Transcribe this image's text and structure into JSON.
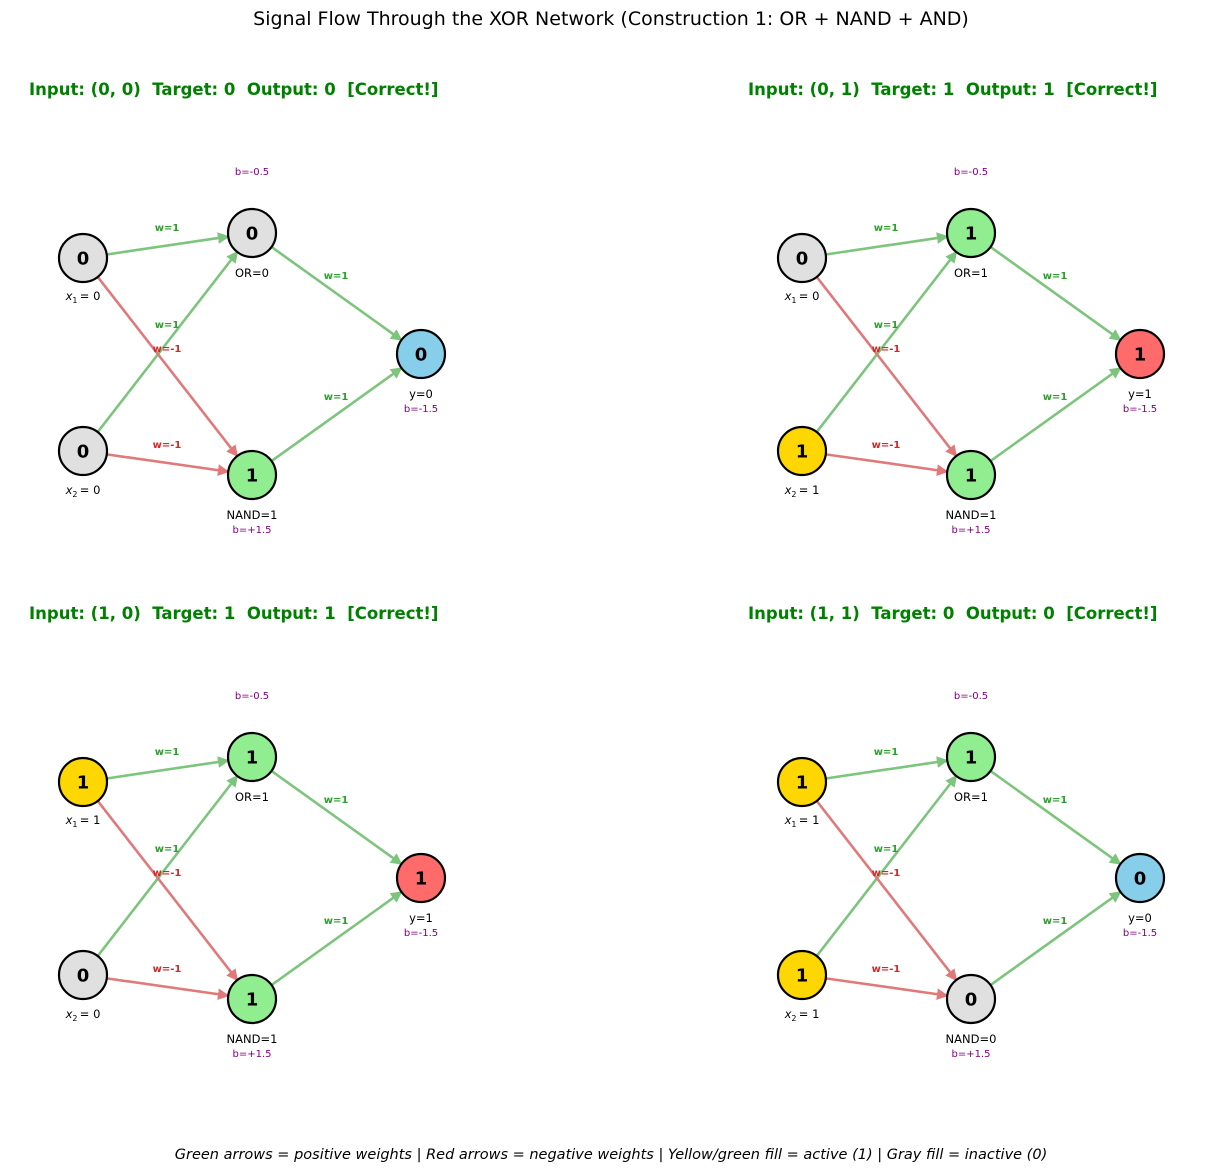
{
  "title": "Signal Flow Through the XOR Network (Construction 1: OR + NAND + AND)",
  "footer": "Green arrows = positive weights | Red arrows = negative weights | Yellow/green fill = active (1) | Gray fill = inactive (0)",
  "colors": {
    "input_inactive": "#e0e0e0",
    "input_active": "#ffd700",
    "hidden_active": "#90ee90",
    "hidden_inactive": "#e0e0e0",
    "output_zero": "#87ceeb",
    "output_one": "#ff6b6b",
    "positive_weight": "#7dc47d",
    "negative_weight": "#e07a7a",
    "title_correct": "#008000",
    "bias": "#800080"
  },
  "weights": {
    "x1_or": "w=1",
    "x2_or": "w=1",
    "x1_nand": "w=-1",
    "x2_nand": "w=-1",
    "or_y": "w=1",
    "nand_y": "w=1"
  },
  "biases": {
    "or": "b=-0.5",
    "nand": "b=+1.5",
    "y": "b=-1.5"
  },
  "panels": [
    {
      "title": "Input: (0, 0)  Target: 0  Output: 0  [Correct!]",
      "x1": "0",
      "x2": "0",
      "or": "0",
      "nand": "1",
      "y": "0",
      "x1_label": "x1 = 0",
      "x2_label": "x2 = 0",
      "or_label": "OR=0",
      "nand_label": "NAND=1",
      "y_label": "y=0"
    },
    {
      "title": "Input: (0, 1)  Target: 1  Output: 1  [Correct!]",
      "x1": "0",
      "x2": "1",
      "or": "1",
      "nand": "1",
      "y": "1",
      "x1_label": "x1 = 0",
      "x2_label": "x2 = 1",
      "or_label": "OR=1",
      "nand_label": "NAND=1",
      "y_label": "y=1"
    },
    {
      "title": "Input: (1, 0)  Target: 1  Output: 1  [Correct!]",
      "x1": "1",
      "x2": "0",
      "or": "1",
      "nand": "1",
      "y": "1",
      "x1_label": "x1 = 1",
      "x2_label": "x2 = 0",
      "or_label": "OR=1",
      "nand_label": "NAND=1",
      "y_label": "y=1"
    },
    {
      "title": "Input: (1, 1)  Target: 0  Output: 0  [Correct!]",
      "x1": "1",
      "x2": "1",
      "or": "1",
      "nand": "0",
      "y": "0",
      "x1_label": "x1 = 1",
      "x2_label": "x2 = 1",
      "or_label": "OR=1",
      "nand_label": "NAND=0",
      "y_label": "y=0"
    }
  ]
}
